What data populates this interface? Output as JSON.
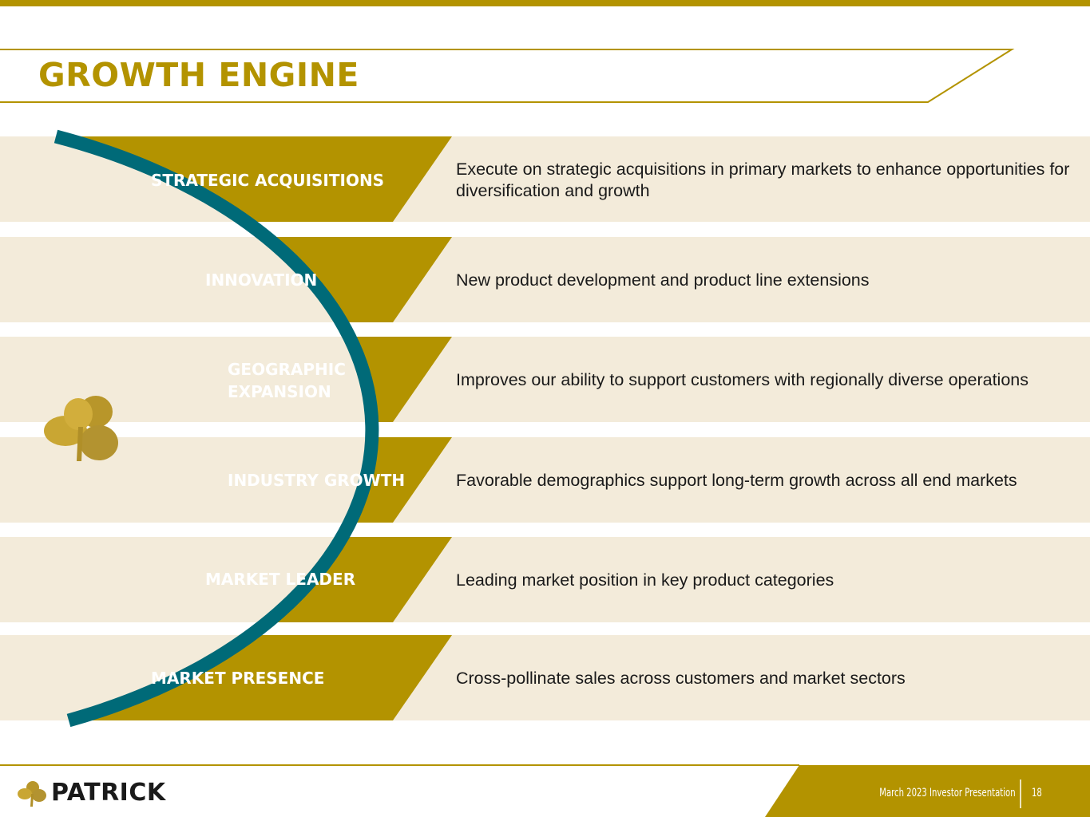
{
  "title": "GROWTH ENGINE",
  "rows": [
    {
      "label": "STRATEGIC ACQUISITIONS",
      "description": "Execute on strategic acquisitions in primary markets to enhance opportunities for diversification and growth"
    },
    {
      "label": "INNOVATION",
      "description": "New product development and product line extensions"
    },
    {
      "label": "GEOGRAPHIC EXPANSION",
      "description": "Improves our ability to support customers with regionally diverse operations"
    },
    {
      "label": "INDUSTRY GROWTH",
      "description": "Favorable demographics support long-term growth across all end markets"
    },
    {
      "label": "MARKET LEADER",
      "description": "Leading market position in key product categories"
    },
    {
      "label": "MARKET PRESENCE",
      "description": "Cross-pollinate sales across customers and market sectors"
    }
  ],
  "footer": {
    "logo_text": "PATRICK",
    "presentation": "March 2023 Investor Presentation",
    "page_number": "18"
  },
  "colors": {
    "gold": "#b39300",
    "teal": "#006a78",
    "cream": "#f3ebda"
  },
  "icons": {
    "clover": "shamrock-icon"
  }
}
